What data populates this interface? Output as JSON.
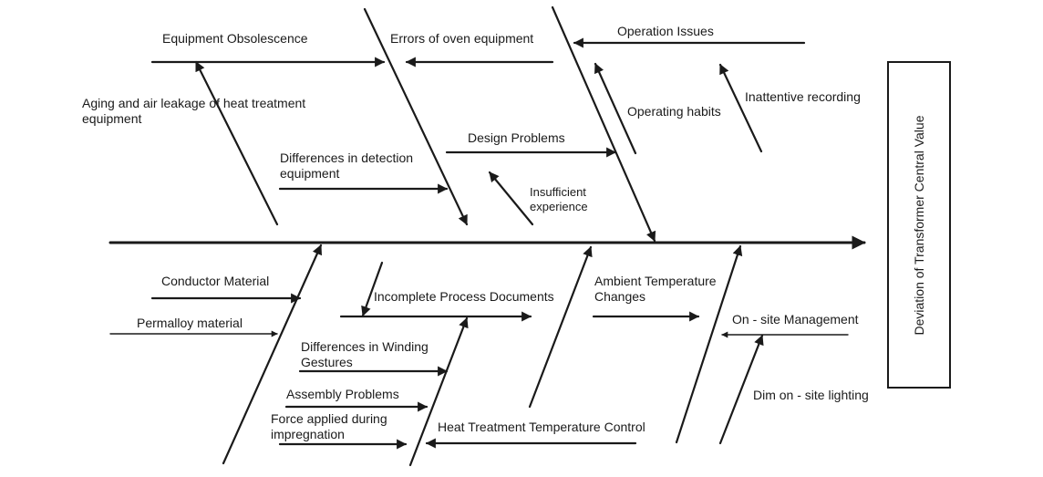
{
  "effect": "Deviation of Transformer Central Value",
  "labels": {
    "equipment_obsolescence": "Equipment Obsolescence",
    "errors_oven": "Errors of oven equipment",
    "operation_issues": "Operation Issues",
    "aging_leakage": "Aging and air leakage of heat treatment equipment",
    "operating_habits": "Operating habits",
    "inattentive_recording": "Inattentive recording",
    "design_problems": "Design Problems",
    "differences_detection": "Differences in detection equipment",
    "insufficient_experience": "Insufficient experience",
    "conductor_material": "Conductor Material",
    "permalloy_material": "Permalloy material",
    "incomplete_docs": "Incomplete Process Documents",
    "ambient_temperature": "Ambient Temperature Changes",
    "onsite_management": "On - site Management",
    "winding_gestures": "Differences in Winding Gestures",
    "assembly_problems": "Assembly Problems",
    "force_impregnation": "Force applied during impregnation",
    "heat_treatment_control": "Heat Treatment Temperature Control",
    "dim_lighting": "Dim on - site lighting"
  },
  "colors": {
    "line": "#1a1a1a",
    "background": "#ffffff"
  }
}
